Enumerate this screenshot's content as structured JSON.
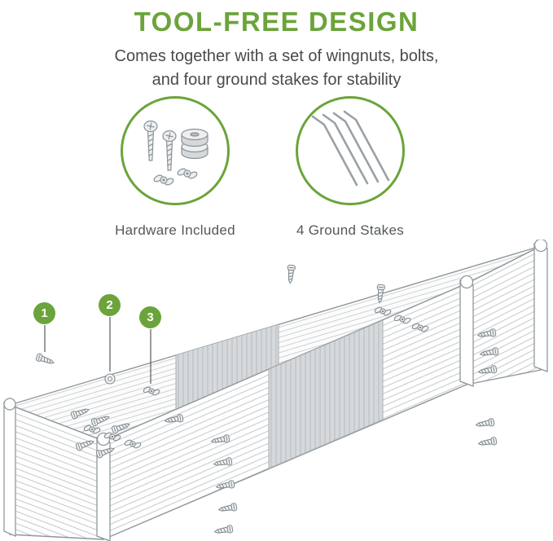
{
  "title": "TOOL-FREE DESIGN",
  "subtitle": {
    "line1": "Comes together with a set of wingnuts, bolts,",
    "line2": "and four ground stakes for stability"
  },
  "features": [
    {
      "id": "hardware",
      "icon": "hardware-included-icon",
      "label": "Hardware Included"
    },
    {
      "id": "stakes",
      "icon": "ground-stakes-icon",
      "label": "4 Ground Stakes"
    }
  ],
  "callouts": [
    {
      "number": "1",
      "target": "bolt"
    },
    {
      "number": "2",
      "target": "washer"
    },
    {
      "number": "3",
      "target": "wingnut"
    }
  ],
  "colors": {
    "accent_green": "#6BA43A",
    "text_dark": "#4A4A4A",
    "label_gray": "#53585B",
    "outline_gray": "#8F979B",
    "corrugation_gray": "#C3C8CB",
    "panel_gray": "#D5D9DB"
  }
}
